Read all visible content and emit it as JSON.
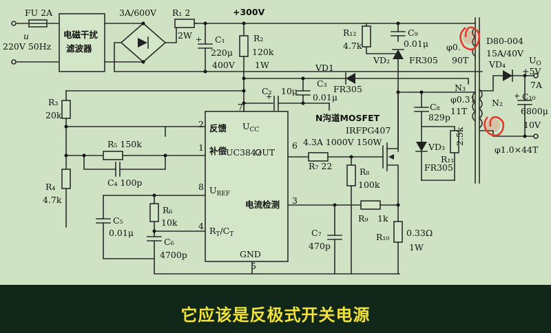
{
  "schematic": {
    "fuse": "FU 2A",
    "input_u": "u",
    "input_voltage": "220V 50Hz",
    "emi_filter": "电磁干扰滤波器",
    "bridge": "3A/600V",
    "r1": "R₁ 2",
    "r1_power": "2W",
    "rail": "+300V",
    "c1": "C₁",
    "c1_val": "220μ",
    "c1_volt": "400V",
    "r2": "R₂",
    "r2_val": "120k",
    "r2_power": "1W",
    "r12": "R₁₂",
    "r12_val": "4.7k",
    "c9": "C₉",
    "c9_val": "0.01μ",
    "vd2": "VD₂",
    "vd2_part": "FR305",
    "vd1": "VD1",
    "vd1_part": "FR305",
    "c2": "C₂",
    "c2_val": "10μ",
    "c3": "C₃",
    "c3_val": "0.01μ",
    "r3": "R₃",
    "r3_val": "20k",
    "r4": "R₄",
    "r4_val": "4.7k",
    "r5": "R₅ 150k",
    "c4": "C₄ 100p",
    "c5": "C₅",
    "c5_val": "0.01μ",
    "r6": "R₆",
    "r6_val": "10k",
    "c6": "C₆",
    "c6_val": "4700p",
    "ic_name": "UC3842",
    "pin_feedback": "反馈",
    "pin_comp": "补偿",
    "pin_vref": "U_REF",
    "pin_rtct": "R_T/C_T",
    "pin_out": "OUT",
    "pin_isense": "电流检测",
    "pin_gnd": "GND",
    "pin_ucc": "U_CC",
    "pin2": "2",
    "pin1": "1",
    "pin8": "8",
    "pin4": "4",
    "pin7": "7",
    "pin6": "6",
    "pin3": "3",
    "pin5": "5",
    "mosfet_type": "N沟道MOSFET",
    "mosfet_part": "IRFPG407",
    "mosfet_rating": "4.3A 1000V 150W",
    "r7": "R₇ 22",
    "r8": "R₈",
    "r8_val": "100k",
    "r9": "R₉",
    "r9_val": "1k",
    "r10": "R₁₀",
    "r10_val": "0.33Ω",
    "r10_power": "1W",
    "c7": "C₇",
    "c7_val": "470p",
    "c8": "C₈",
    "c8_val": "829p",
    "vd3": "VD₃",
    "vd3_part": "FR305",
    "r11": "R₁₁",
    "r11_val": "2.5k",
    "n3": "N₃",
    "n3_wire": "φ0.31",
    "n3_turns": "11T",
    "n1_wire": "φ0.",
    "n1_turns": "90T",
    "n2": "N₂",
    "n2_wire": "φ1.0×44T",
    "vd4_part": "D80-004",
    "vd4_rating": "15A/40V",
    "vd4": "VD₄",
    "uo": "U_O",
    "uo_val": "+5V",
    "uo_cur": "7A",
    "c10": "C₁₀",
    "c10_val": "6800μ",
    "c10_volt": "10V"
  },
  "caption": "它应该是反极式开关电源",
  "colors": {
    "background": "#cfe2c3",
    "caption_bar": "#10271a",
    "caption_text": "#f2e23a",
    "highlight": "#e8352b"
  }
}
